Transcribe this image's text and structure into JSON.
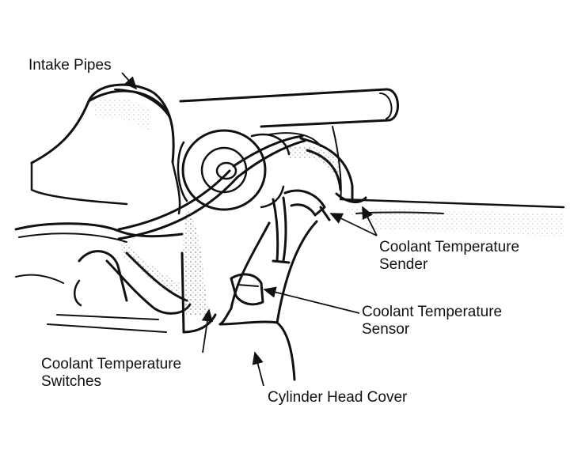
{
  "diagram": {
    "labels": {
      "intake_pipes": "Intake Pipes",
      "coolant_temperature_sender": [
        "Coolant Temperature",
        "Sender"
      ],
      "coolant_temperature_sensor": [
        "Coolant Temperature",
        "Sensor"
      ],
      "coolant_temperature_switches": [
        "Coolant Temperature",
        "Switches"
      ],
      "cylinder_head_cover": "Cylinder Head Cover"
    },
    "colors": {
      "ink": "#111111",
      "paper": "#ffffff",
      "shade": "#9a9a9a"
    }
  }
}
